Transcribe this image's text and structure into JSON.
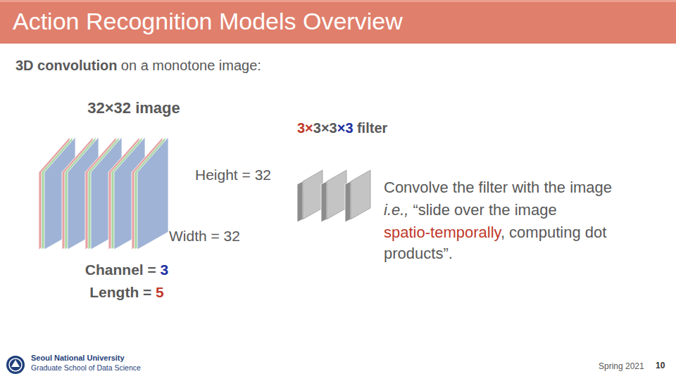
{
  "diagram": {
    "title": "Action Recognition Models Overview",
    "labels": [
      "3D convolution",
      "on a monotone image:",
      "32×32 image",
      "Height = 32",
      "Width = 32",
      "Channel =",
      "3",
      "Length =",
      "5",
      "3×",
      "3×3",
      "×3",
      "filter",
      "Convolve the filter with the image",
      "i.e.,",
      "“slide over the image",
      "spatio-temporally",
      ", computing dot products”.",
      "Seoul National University",
      "Graduate School of Data Science",
      "Spring 2021",
      "10"
    ]
  }
}
